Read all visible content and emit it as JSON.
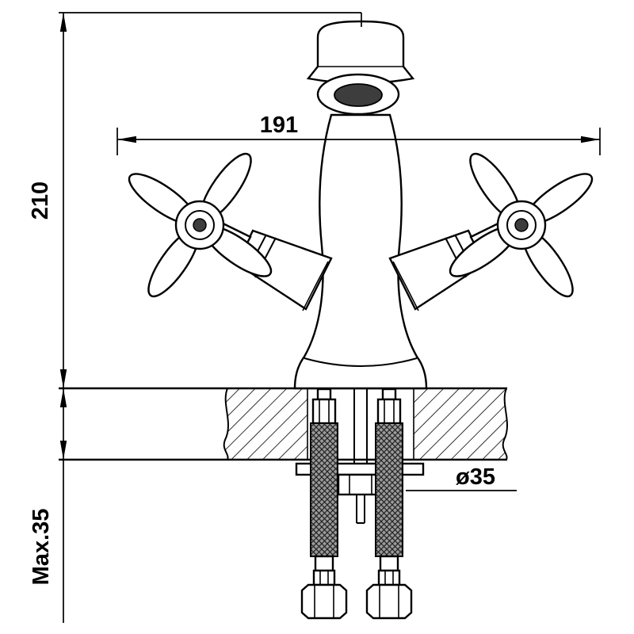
{
  "drawing": {
    "background_color": "#ffffff",
    "line_color": "#000000",
    "aerator_fill": "#3d3d3d",
    "hose_braid_fill": "#9a9a9a",
    "labels": {
      "overall_height": "210",
      "handle_span": "191",
      "hole_diameter": "ø35",
      "deck_thickness": "Max.35"
    }
  }
}
